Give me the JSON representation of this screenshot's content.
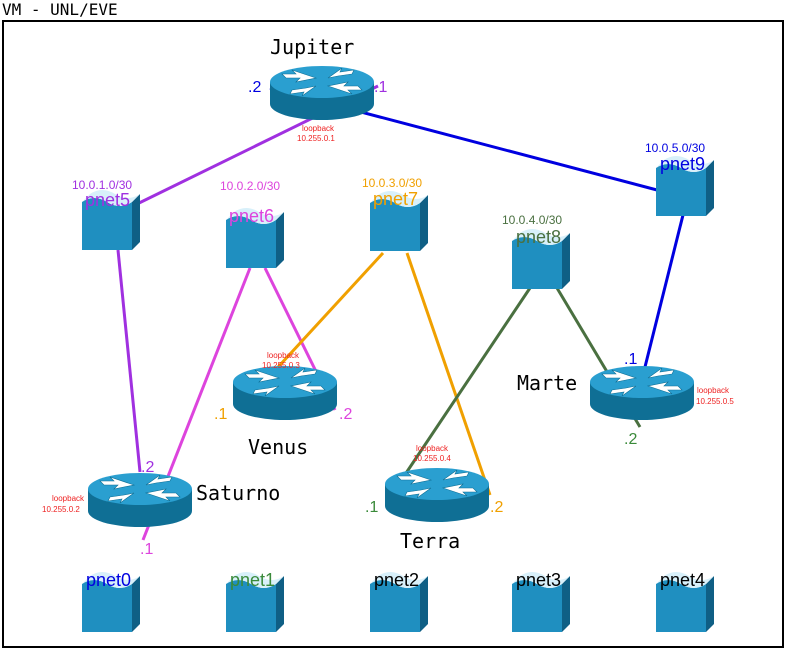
{
  "title": "VM - UNL/EVE",
  "colors": {
    "purple": "#a030e0",
    "magenta": "#dd44dd",
    "orange": "#f0a000",
    "green": "#4a7040",
    "blue": "#0000e0",
    "loopback_red": "#ee2222",
    "switch_front": "#1f8fc0",
    "switch_side": "#0f5f85",
    "router_top": "#2a9fd0",
    "router_side": "#0f6f95"
  },
  "routers": {
    "jupiter": {
      "name": "Jupiter",
      "loopback_label": "loopback",
      "loopback_ip": "10.255.0.1"
    },
    "saturno": {
      "name": "Saturno",
      "loopback_label": "loopback",
      "loopback_ip": "10.255.0.2"
    },
    "venus": {
      "name": "Venus",
      "loopback_label": "loopback",
      "loopback_ip": "10.255.0.3"
    },
    "terra": {
      "name": "Terra",
      "loopback_label": "loopback",
      "loopback_ip": "10.255.0.4"
    },
    "marte": {
      "name": "Marte",
      "loopback_label": "loopback",
      "loopback_ip": "10.255.0.5"
    }
  },
  "networks": {
    "pnet0": {
      "name": "pnet0"
    },
    "pnet1": {
      "name": "pnet1"
    },
    "pnet2": {
      "name": "pnet2"
    },
    "pnet3": {
      "name": "pnet3"
    },
    "pnet4": {
      "name": "pnet4"
    },
    "pnet5": {
      "name": "pnet5",
      "subnet": "10.0.1.0/30"
    },
    "pnet6": {
      "name": "pnet6",
      "subnet": "10.0.2.0/30"
    },
    "pnet7": {
      "name": "pnet7",
      "subnet": "10.0.3.0/30"
    },
    "pnet8": {
      "name": "pnet8",
      "subnet": "10.0.4.0/30"
    },
    "pnet9": {
      "name": "pnet9",
      "subnet": "10.0.5.0/30"
    }
  },
  "interfaces": {
    "jupiter_blue": ".2",
    "jupiter_purple": ".1",
    "saturno_purple": ".2",
    "saturno_magenta": ".1",
    "venus_orange": ".1",
    "venus_magenta": ".2",
    "terra_green": ".1",
    "terra_orange": ".2",
    "marte_blue": ".1",
    "marte_green": ".2"
  }
}
